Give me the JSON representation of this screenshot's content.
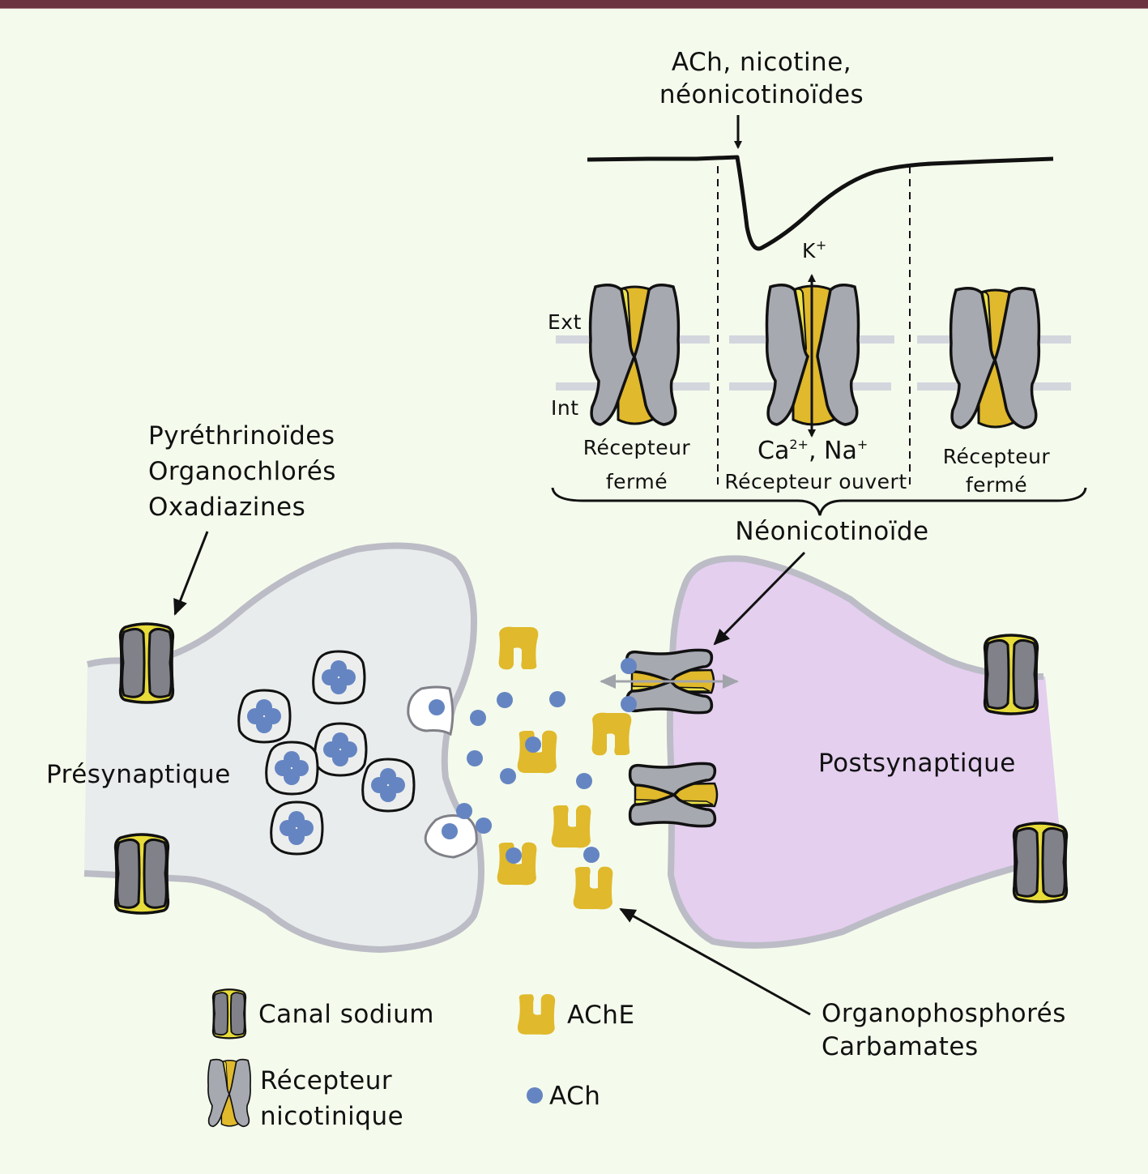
{
  "colors": {
    "background": "#f4fbec",
    "top_bar": "#6b3440",
    "presynaptic_fill": "#e8ecec",
    "postsynaptic_fill": "#e4cfef",
    "membrane_stroke": "#bcbcc6",
    "channel_grey": "#808088",
    "receptor_grey": "#a7a9b0",
    "gold": "#e0b92c",
    "bright_yellow": "#ece24a",
    "ach_blue": "#6585c2"
  },
  "trace": {
    "stimulus_label_line1": "ACh, nicotine,",
    "stimulus_label_line2": "néonicotinoïdes",
    "k_ion": "K",
    "k_charge": "+",
    "ca_ion": "Ca",
    "ca_charge": "2+",
    "na_ion": ", Na",
    "na_charge": "+",
    "ext_label": "Ext",
    "int_label": "Int",
    "states": [
      {
        "line1": "Récepteur",
        "line2": "fermé"
      },
      {
        "line1": "Récepteur ouvert",
        "line2": ""
      },
      {
        "line1": "Récepteur",
        "line2": "fermé"
      }
    ],
    "brace_label": "Néonicotinoïde"
  },
  "synapse": {
    "presynaptic_label": "Présynaptique",
    "postsynaptic_label": "Postsynaptique",
    "sodium_targets": [
      "Pyréthrinoïdes",
      "Organochlorés",
      "Oxadiazines"
    ],
    "ache_targets": [
      "Organophosphorés",
      "Carbamates"
    ]
  },
  "legend": {
    "items": [
      {
        "icon": "sodium-channel-icon",
        "label": "Canal sodium"
      },
      {
        "icon": "nicotinic-receptor-icon",
        "label_line1": "Récepteur",
        "label_line2": "nicotinique"
      },
      {
        "icon": "ache-enzyme-icon",
        "label": "AChE"
      },
      {
        "icon": "ach-molecule-icon",
        "label": "ACh"
      }
    ]
  }
}
